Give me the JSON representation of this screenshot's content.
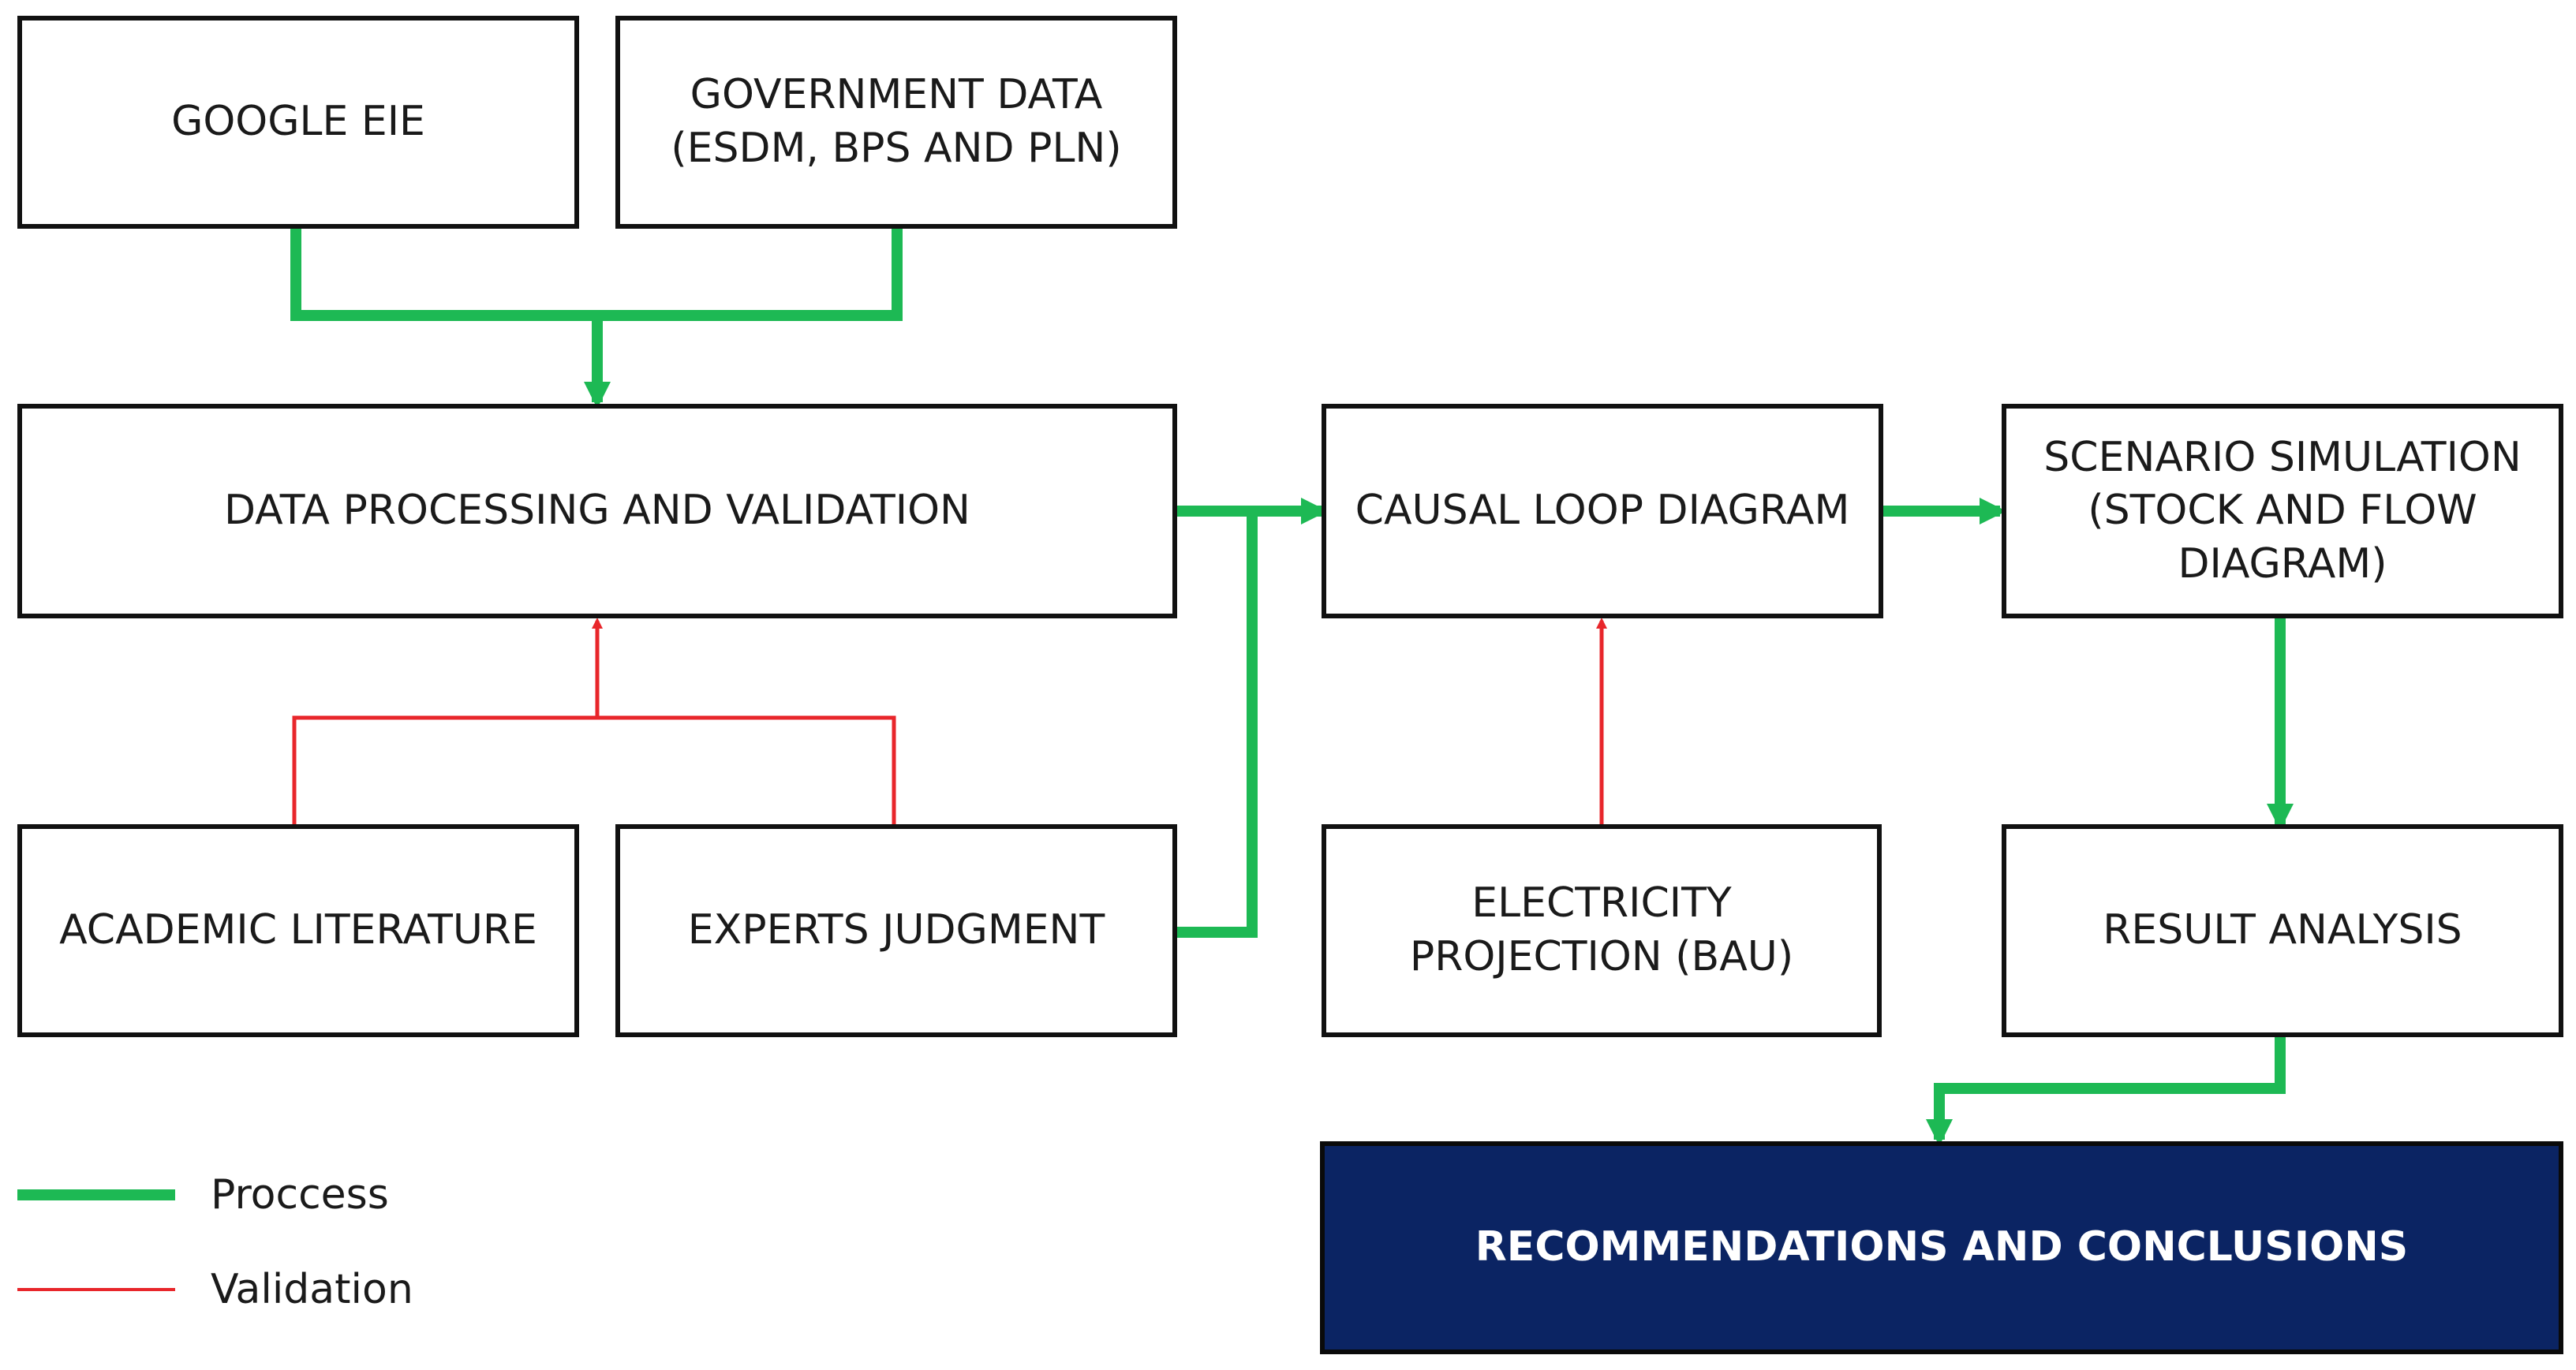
{
  "colors": {
    "process": "#1db954",
    "validation": "#e8262b",
    "box_border": "#111111",
    "highlight_fill": "#0b2463",
    "highlight_text": "#ffffff"
  },
  "nodes": {
    "google_eie": "GOOGLE EIE",
    "government_data": "GOVERNMENT DATA\n(ESDM, BPS AND PLN)",
    "data_processing": "DATA PROCESSING AND VALIDATION",
    "causal_loop": "CAUSAL LOOP DIAGRAM",
    "scenario_simulation": "SCENARIO SIMULATION\n(STOCK AND FLOW\nDIAGRAM)",
    "academic_literature": "ACADEMIC LITERATURE",
    "experts_judgment": "EXPERTS JUDGMENT",
    "electricity_projection": "ELECTRICITY\nPROJECTION (BAU)",
    "result_analysis": "RESULT ANALYSIS",
    "recommendations": "RECOMMENDATIONS AND CONCLUSIONS"
  },
  "legend": {
    "process": "Proccess",
    "validation": "Validation"
  }
}
